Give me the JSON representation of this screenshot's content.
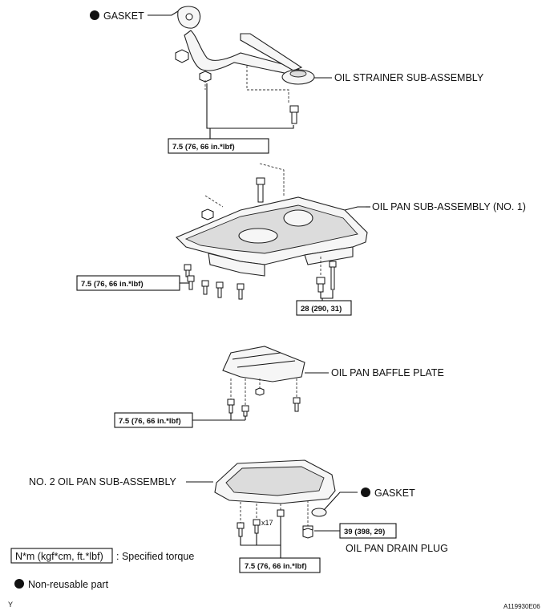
{
  "labels": {
    "gasket_top": "GASKET",
    "oil_strainer": "OIL STRAINER SUB-ASSEMBLY",
    "oil_pan_no1": "OIL PAN SUB-ASSEMBLY (NO. 1)",
    "baffle_plate": "OIL PAN BAFFLE PLATE",
    "no2_oil_pan": "NO. 2 OIL PAN SUB-ASSEMBLY",
    "gasket_bottom": "GASKET",
    "drain_plug": "OIL PAN DRAIN PLUG",
    "qty": "x17"
  },
  "torques": {
    "strainer": "7.5 (76, 66 in.*lbf)",
    "pan1_left": "7.5 (76, 66 in.*lbf)",
    "pan1_right": "28 (290, 31)",
    "baffle": "7.5 (76, 66 in.*lbf)",
    "pan2": "7.5 (76, 66 in.*lbf)",
    "drain_plug": "39 (398, 29)"
  },
  "legend": {
    "torque_key": "N*m (kgf*cm, ft.*lbf)",
    "torque_desc": ": Specified torque",
    "nonreusable": "Non-reusable part"
  },
  "footer": {
    "left_mark": "Y",
    "figure_id": "A119930E06"
  }
}
